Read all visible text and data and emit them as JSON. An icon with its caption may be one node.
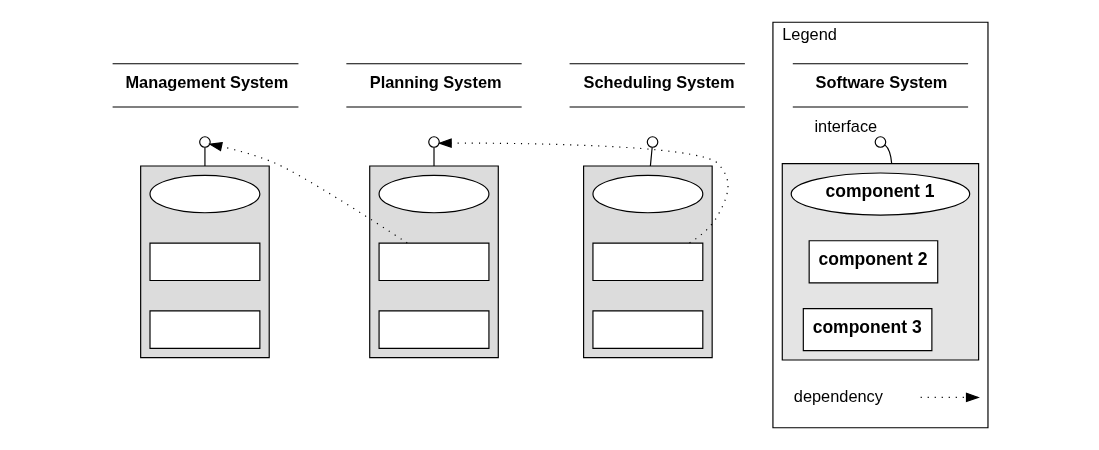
{
  "diagram": {
    "nodes": [
      {
        "text": [
          "Management System"
        ]
      },
      {
        "text": [],
        "shape": "circle"
      },
      {
        "text": [],
        "shape": "box"
      },
      {
        "text": [],
        "shape": "ellipse",
        "in": 2
      },
      {
        "text": [],
        "shape": "box",
        "in": 2
      },
      {
        "text": [],
        "shape": "box",
        "in": 2
      },
      {
        "text": [
          "Planning System"
        ]
      },
      {
        "text": [],
        "shape": "circle"
      },
      {
        "text": [],
        "shape": "box"
      },
      {
        "text": [],
        "shape": "ellipse",
        "in": 8
      },
      {
        "text": [],
        "shape": "box",
        "in": 8
      },
      {
        "text": [],
        "shape": "box",
        "in": 8
      },
      {
        "text": [
          "Scheduling System"
        ]
      },
      {
        "text": [],
        "shape": "circle"
      },
      {
        "text": [],
        "shape": "box"
      },
      {
        "text": [],
        "shape": "ellipse",
        "in": 14
      },
      {
        "text": [],
        "shape": "box",
        "in": 14
      },
      {
        "text": [],
        "shape": "box",
        "in": 14
      },
      {
        "text": [
          "Legend"
        ]
      },
      {
        "text": [
          "Software System"
        ],
        "in": 18
      },
      {
        "text": [],
        "shape": "circle",
        "in": 18,
        "beside": [
          "interface"
        ]
      },
      {
        "text": [],
        "shape": "box",
        "in": 18
      },
      {
        "text": [
          "component 1"
        ],
        "in": 21
      },
      {
        "text": [
          "component 2"
        ],
        "in": 21
      },
      {
        "text": [
          "component 3"
        ],
        "in": 21
      }
    ],
    "edges": [
      {
        "from": 1,
        "to": 2,
        "arrow": "none"
      },
      {
        "from": 7,
        "to": 8,
        "arrow": "none"
      },
      {
        "from": 13,
        "to": 14,
        "arrow": "none"
      },
      {
        "from": 10,
        "to": 1,
        "arrow": "to",
        "style": "dashed"
      },
      {
        "from": 16,
        "to": 7,
        "arrow": "to",
        "style": "dashed"
      },
      {
        "from": 20,
        "to": 21,
        "arrow": "none"
      }
    ],
    "legend": [
      {
        "text": "dependency"
      }
    ]
  }
}
